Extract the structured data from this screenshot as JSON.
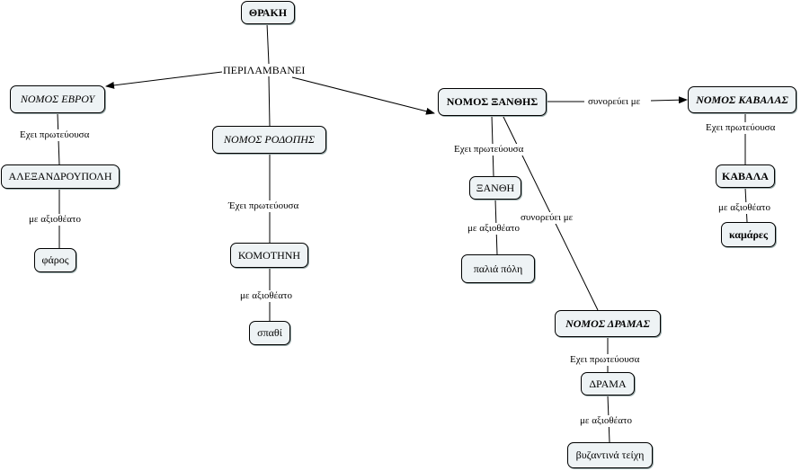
{
  "nodes": {
    "thraki": "ΘΡΑΚΗ",
    "evros": "ΝΟΜΟΣ ΕΒΡΟΥ",
    "rodopi": "ΝΟΜΟΣ ΡΟΔΟΠΗΣ",
    "xanthi": "ΝΟΜΟΣ ΞΑΝΘΗΣ",
    "kavala": "ΝΟΜΟΣ ΚΑΒΑΛΑΣ",
    "alexandroupoli": "ΑΛΕΞΑΝΔΡΟΥΠΟΛΗ",
    "komotini": "ΚΟΜΟΤΗΝΗ",
    "xanthi_city": "ΞΑΝΘΗ",
    "kavala_city": "ΚΑΒΑΛΑ",
    "drama_nomos": "ΝΟΜΟΣ ΔΡΑΜΑΣ",
    "drama": "ΔΡΑΜΑ",
    "faros": "φάρος",
    "spathi": "σπαθί",
    "palia_poli": "παλιά πόλη",
    "kamares": "καμάρες",
    "vyzantina": "βυζαντινά τείχη"
  },
  "labels": {
    "perilamvanei": "ΠΕΡΙΛΑΜΒΑΝΕΙ",
    "evros_capital": "Εχει πρωτεύουσα",
    "rodopi_capital": "Έχει πρωτεύουσα",
    "xanthi_capital": "Εχει πρωτεύουσα",
    "kavala_capital": "Εχει πρωτεύουσα",
    "drama_capital": "Εχει πρωτεύουσα",
    "evros_sight": "με αξιοθέατο",
    "rodopi_sight": "με αξιοθέατο",
    "xanthi_sight": "με αξιοθέατο",
    "kavala_sight": "με αξιοθέατο",
    "drama_sight": "με αξιοθέατο",
    "borders_kavala": "συνορεύει με",
    "borders_drama": "συνορεύει με"
  }
}
